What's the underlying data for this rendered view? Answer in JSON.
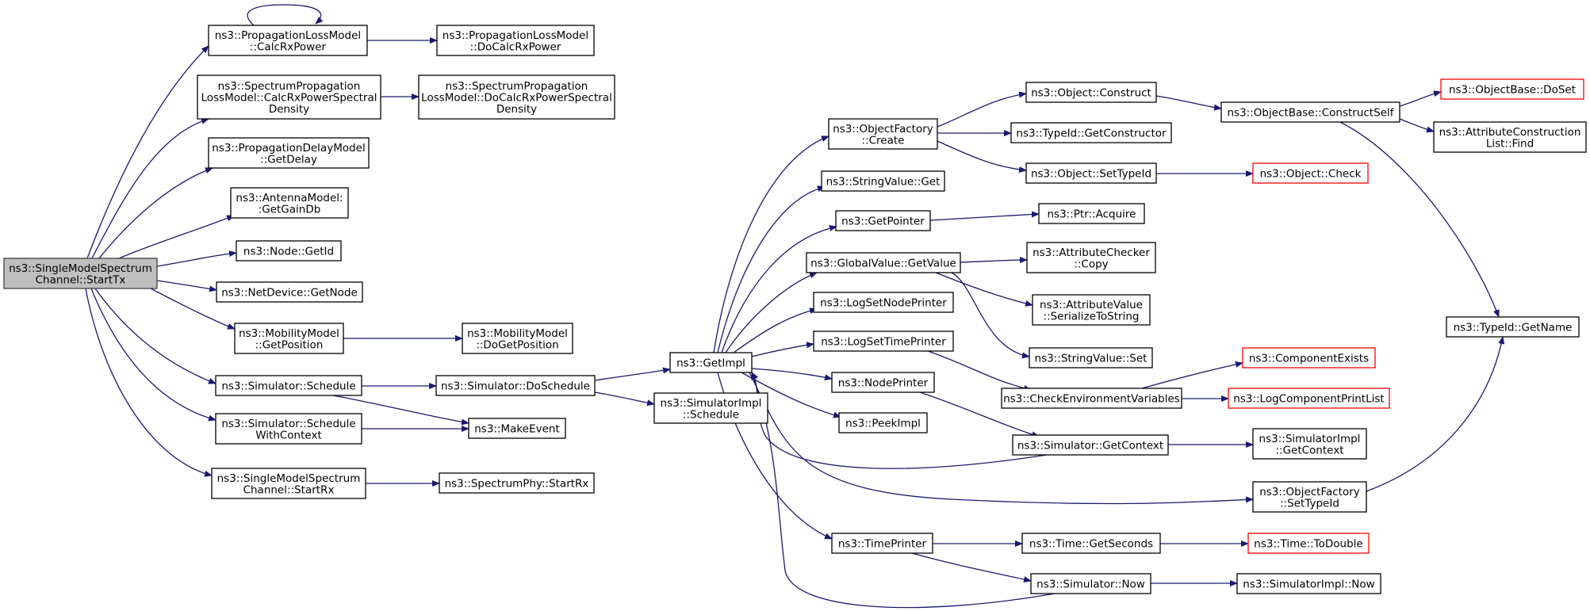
{
  "nodes": {
    "root": [
      "ns3::SingleModelSpectrum",
      "Channel::StartTx"
    ],
    "plm_calc": [
      "ns3::PropagationLossModel",
      "::CalcRxPower"
    ],
    "plm_docalc": [
      "ns3::PropagationLossModel",
      "::DoCalcRxPower"
    ],
    "splm_calc": [
      "ns3::SpectrumPropagation",
      "LossModel::CalcRxPowerSpectral",
      "Density"
    ],
    "splm_docalc": [
      "ns3::SpectrumPropagation",
      "LossModel::DoCalcRxPowerSpectral",
      "Density"
    ],
    "pdm_getdelay": [
      "ns3::PropagationDelayModel",
      "::GetDelay"
    ],
    "antenna_gain": [
      "ns3::AntennaModel:",
      ":GetGainDb"
    ],
    "node_getid": [
      "ns3::Node::GetId"
    ],
    "netdev_getnode": [
      "ns3::NetDevice::GetNode"
    ],
    "mob_getpos": [
      "ns3::MobilityModel",
      "::GetPosition"
    ],
    "mob_dogetpos": [
      "ns3::MobilityModel",
      "::DoGetPosition"
    ],
    "sim_schedule": [
      "ns3::Simulator::Schedule"
    ],
    "sim_doschedule": [
      "ns3::Simulator::DoSchedule"
    ],
    "sim_schedwc": [
      "ns3::Simulator::Schedule",
      "WithContext"
    ],
    "makeevent": [
      "ns3::MakeEvent"
    ],
    "smsc_startrx": [
      "ns3::SingleModelSpectrum",
      "Channel::StartRx"
    ],
    "phy_startrx": [
      "ns3::SpectrumPhy::StartRx"
    ],
    "getimpl": [
      "ns3::GetImpl"
    ],
    "simimpl_schedule": [
      "ns3::SimulatorImpl",
      "::Schedule"
    ],
    "of_create": [
      "ns3::ObjectFactory",
      "::Create"
    ],
    "sv_get": [
      "ns3::StringValue::Get"
    ],
    "getpointer": [
      "ns3::GetPointer"
    ],
    "gv_getvalue": [
      "ns3::GlobalValue::GetValue"
    ],
    "log_nodeprinter": [
      "ns3::LogSetNodePrinter"
    ],
    "log_timeprinter": [
      "ns3::LogSetTimePrinter"
    ],
    "nodeprinter": [
      "ns3::NodePrinter"
    ],
    "peekimpl": [
      "ns3::PeekImpl"
    ],
    "timeprinter": [
      "ns3::TimePrinter"
    ],
    "obj_construct": [
      "ns3::Object::Construct"
    ],
    "typeid_getctor": [
      "ns3::TypeId::GetConstructor"
    ],
    "obj_settypeid": [
      "ns3::Object::SetTypeId"
    ],
    "ptr_acquire": [
      "ns3::Ptr::Acquire"
    ],
    "ac_copy": [
      "ns3::AttributeChecker",
      "::Copy"
    ],
    "av_serialize": [
      "ns3::AttributeValue",
      "::SerializeToString"
    ],
    "sv_set": [
      "ns3::StringValue::Set"
    ],
    "checkenv": [
      "ns3::CheckEnvironmentVariables"
    ],
    "sim_getcontext": [
      "ns3::Simulator::GetContext"
    ],
    "time_getseconds": [
      "ns3::Time::GetSeconds"
    ],
    "sim_now": [
      "ns3::Simulator::Now"
    ],
    "ob_constructself": [
      "ns3::ObjectBase::ConstructSelf"
    ],
    "obj_check": [
      "ns3::Object::Check"
    ],
    "ob_doset": [
      "ns3::ObjectBase::DoSet"
    ],
    "acl_find": [
      "ns3::AttributeConstruction",
      "List::Find"
    ],
    "typeid_getname": [
      "ns3::TypeId::GetName"
    ],
    "compexists": [
      "ns3::ComponentExists"
    ],
    "logcomp_printlist": [
      "ns3::LogComponentPrintList"
    ],
    "simimpl_getcontext": [
      "ns3::SimulatorImpl",
      "::GetContext"
    ],
    "of_settypeid": [
      "ns3::ObjectFactory",
      "::SetTypeId"
    ],
    "time_todouble": [
      "ns3::Time::ToDouble"
    ],
    "simimpl_now": [
      "ns3::SimulatorImpl::Now"
    ]
  },
  "colors": {
    "edge": "#191970",
    "root_fill": "#bfbfbf",
    "incomplete_border": "#ff0000"
  }
}
